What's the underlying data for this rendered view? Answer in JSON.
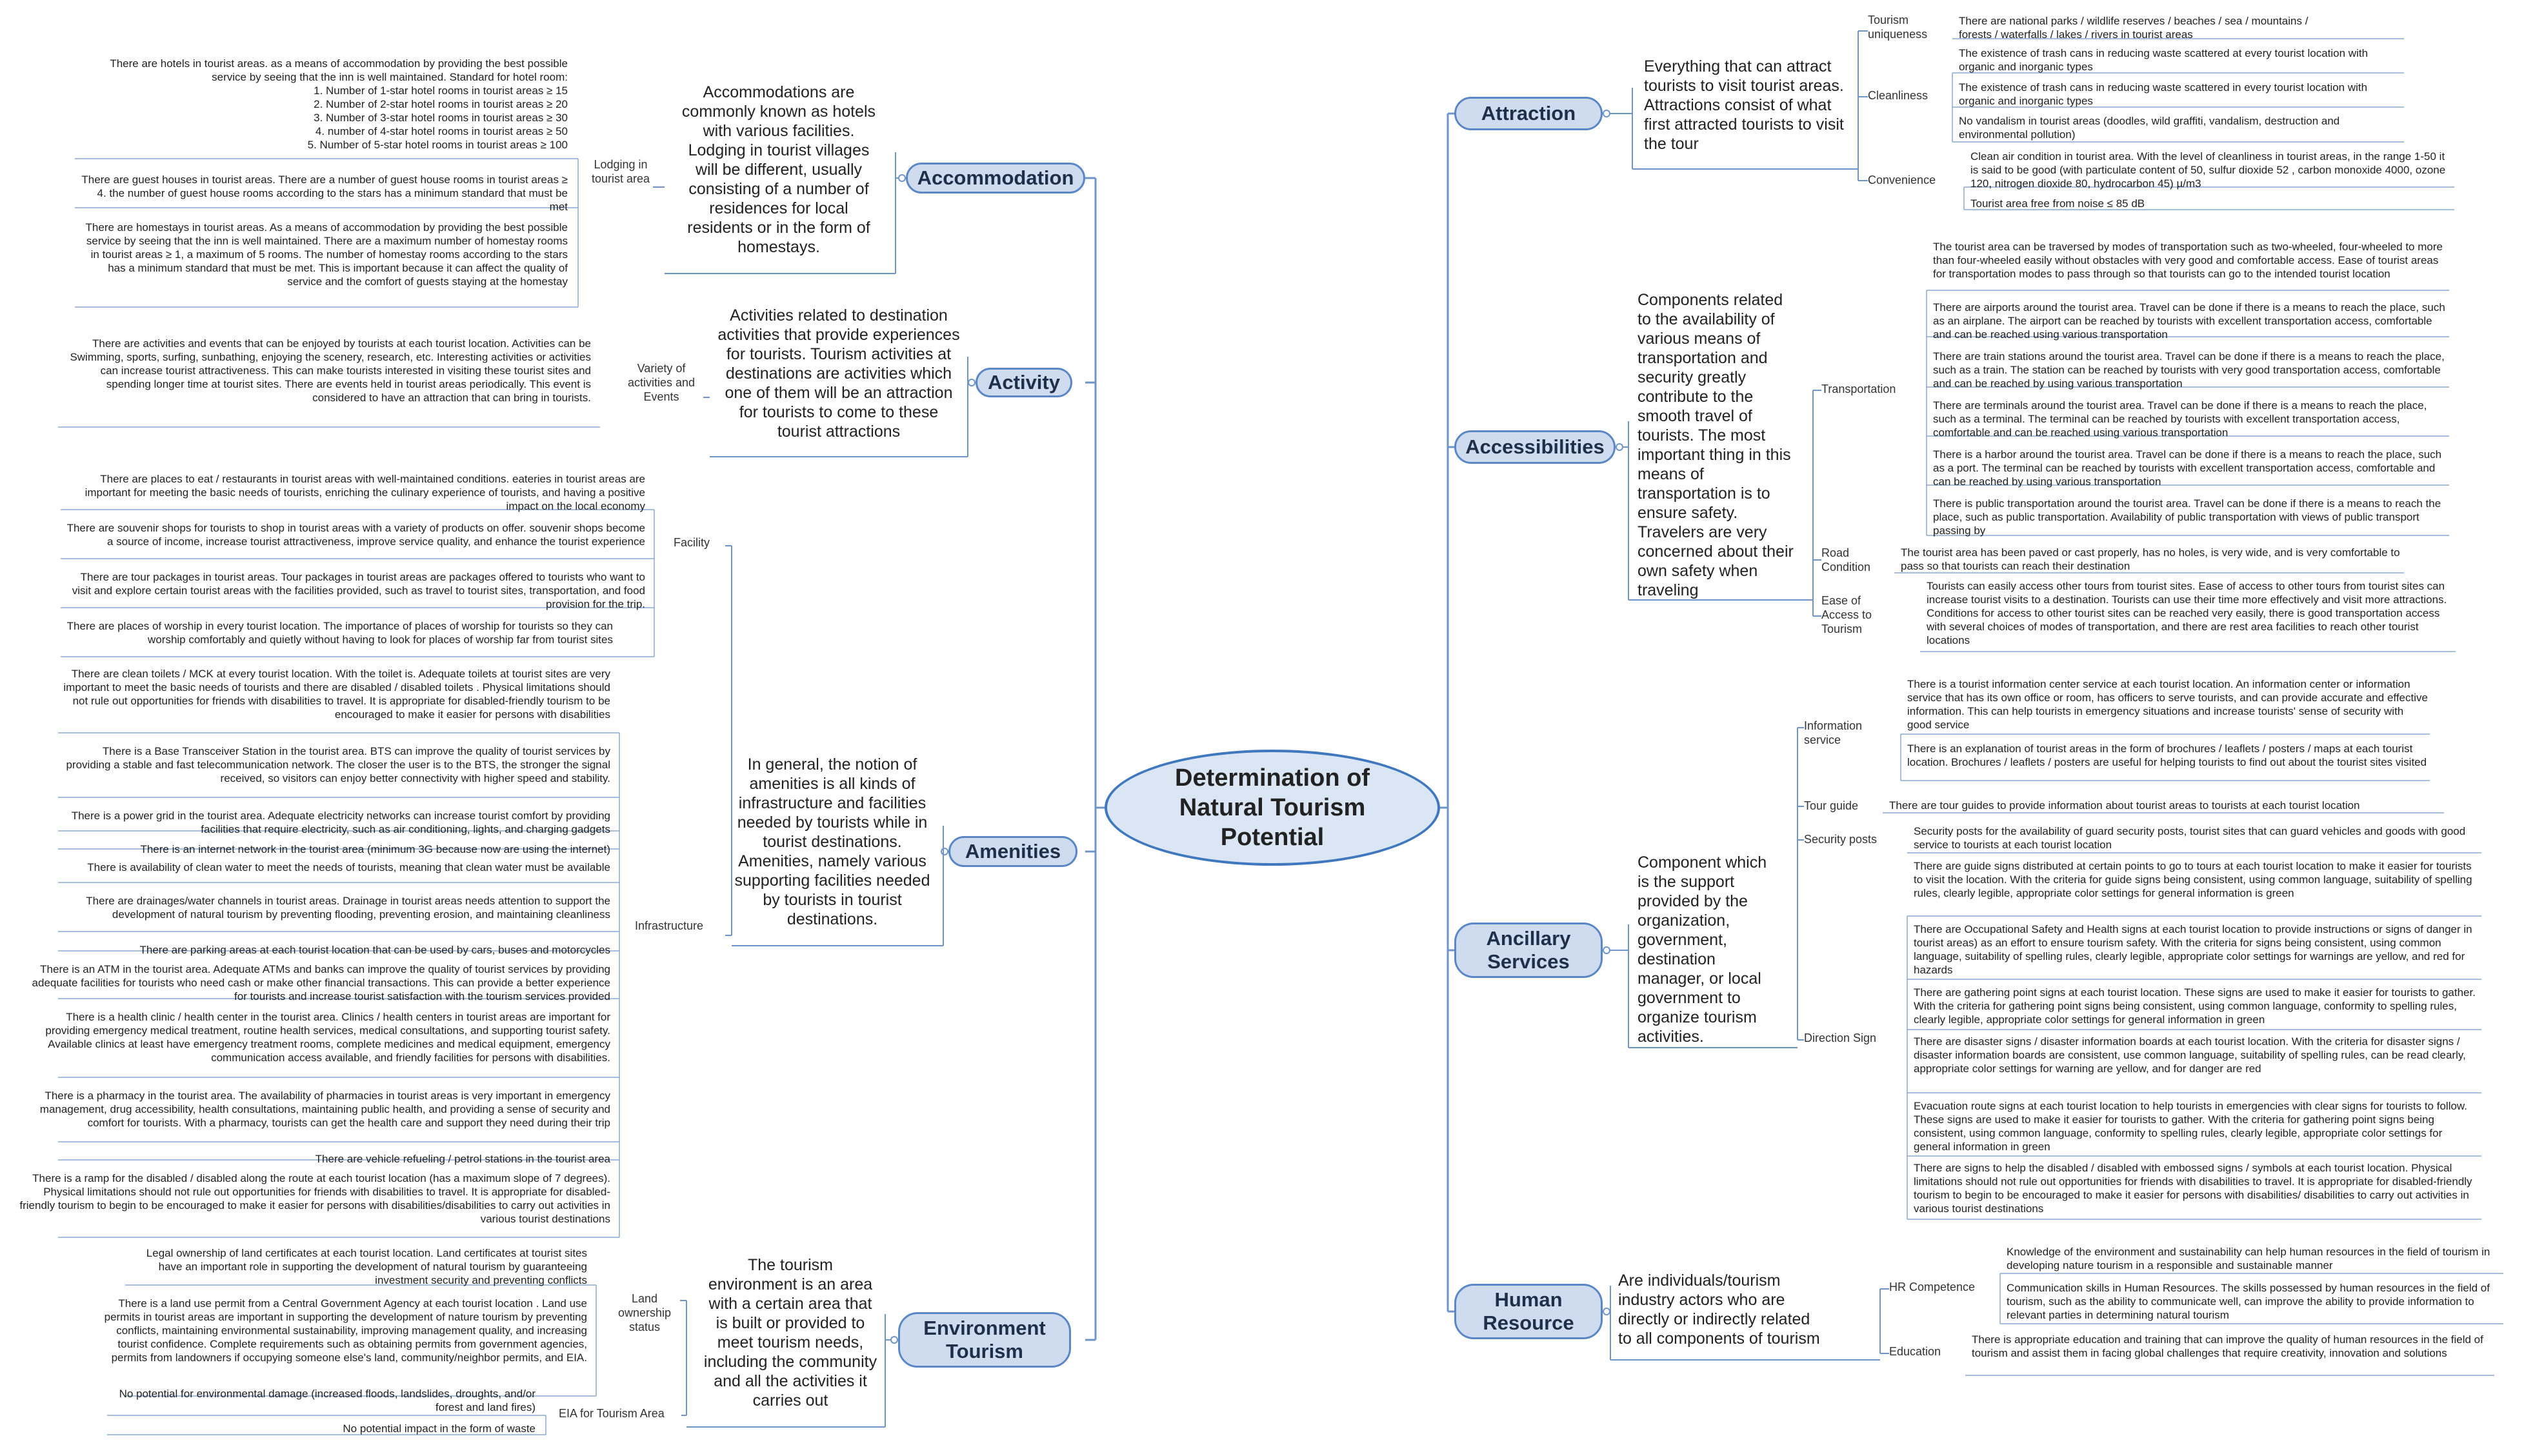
{
  "colors": {
    "line": "#6f95c8",
    "leaf_line": "#8aa8d2",
    "root_fill": "#dbe6f4",
    "node_fill": "#cfdcef"
  },
  "root": {
    "label": "Determination of\nNatural Tourism\nPotential"
  },
  "branches": {
    "attraction": {
      "label": "Attraction",
      "description": "Everything that can attract tourists to visit tourist areas. Attractions consist of what first attracted tourists to visit the tour",
      "subs": [
        {
          "label": "Tourism uniqueness",
          "items": [
            "There are national parks / wildlife reserves / beaches / sea / mountains / forests / waterfalls / lakes / rivers in tourist areas"
          ]
        },
        {
          "label": "Cleanliness",
          "items": [
            "The existence of trash cans in reducing waste scattered at every tourist location with organic and inorganic types",
            "The existence of trash cans in reducing waste scattered in every tourist location with organic and inorganic types",
            "No vandalism in tourist areas (doodles, wild graffiti, vandalism, destruction and environmental pollution)"
          ]
        },
        {
          "label": "Convenience",
          "items": [
            "Clean air condition in tourist area. With the level of cleanliness in tourist areas, in the range 1-50 it is said to be good (with particulate content of 50, sulfur dioxide 52 , carbon monoxide 4000, ozone 120, nitrogen dioxide 80, hydrocarbon 45) µ/m3",
            "Tourist area free from noise ≤ 85 dB"
          ]
        }
      ]
    },
    "accessibilities": {
      "label": "Accessibilities",
      "description": "Components related to the availability of various means of transportation and security greatly contribute to the smooth travel of tourists. The most important thing in this means of transportation is to ensure safety. Travelers are very concerned about their own safety when traveling",
      "subs": [
        {
          "label": "Transportation",
          "items": [
            "The tourist area can be traversed by modes of transportation such as two-wheeled, four-wheeled to more than four-wheeled easily without obstacles with very good and comfortable access. Ease of tourist areas for transportation modes to pass through so that tourists can go to the intended tourist location",
            "There are airports around the tourist area. Travel can be done if there is a means to reach the place, such as an airplane. The airport can be reached by tourists with excellent transportation access, comfortable and can be reached using various transportation",
            "There are train stations around the tourist area. Travel can be done if there is a means to reach the place, such as a train. The station can be reached by tourists with very good transportation access, comfortable and can be reached by using various transportation",
            "There are terminals around the tourist area. Travel can be done if there is a means to reach the place, such as a terminal. The terminal can be reached by tourists with excellent transportation access, comfortable and can be reached using various transportation",
            "There is a harbor around the tourist area. Travel can be done if there is a means to reach the place, such as a port. The terminal can be reached by tourists with excellent transportation access, comfortable and can be reached by using various transportation",
            "There is public transportation around the tourist area. Travel can be done if there is a means to reach the place, such as public transportation. Availability of public transportation with views of public transport passing by"
          ]
        },
        {
          "label": "Road Condition",
          "items": [
            "The tourist area has been paved or cast properly, has no holes, is very wide, and is very comfortable to pass so that tourists can reach their destination"
          ]
        },
        {
          "label": "Ease of Access to Tourism",
          "items": [
            "Tourists can easily access other tours from tourist sites. Ease of access to other tours from tourist sites can increase tourist visits to a destination. Tourists can use their time more effectively and visit more attractions. Conditions for access to other tourist sites can be reached very easily, there is good transportation access with several choices of modes of transportation, and there are rest area facilities to reach other tourist locations"
          ]
        }
      ]
    },
    "ancillary": {
      "label": "Ancillary\nServices",
      "description": "Component which is the support provided by the organization, government, destination manager, or local government to organize tourism activities.",
      "subs": [
        {
          "label": "Information service",
          "items": [
            "There is a tourist information center service at each tourist location. An information center or information service that has its own office or room, has officers to serve tourists, and can provide accurate and effective information. This can help tourists in emergency situations and increase tourists' sense of security with good service",
            "There is an explanation of tourist areas in the form of brochures / leaflets / posters / maps at each tourist location. Brochures / leaflets / posters are useful for helping tourists to find out about the tourist sites visited"
          ]
        },
        {
          "label": "Tour guide",
          "items": [
            "There are tour guides to provide information about tourist areas to tourists at each tourist location"
          ]
        },
        {
          "label": "Security posts",
          "items": [
            "Security posts for the availability of guard security posts, tourist sites that can guard vehicles and goods with good service to tourists at each tourist location"
          ]
        },
        {
          "label": "Direction Sign",
          "items": [
            "There are guide signs distributed at certain points to go to tours at each tourist location to make it easier for tourists to visit the location. With the criteria for guide signs being consistent, using common language, suitability of spelling rules, clearly legible, appropriate color settings for general information is green",
            "There are Occupational Safety and Health signs at each tourist location to provide instructions or signs of danger in tourist areas) as an effort to ensure tourism safety. With the criteria for signs being consistent, using common language, suitability of spelling rules, clearly legible, appropriate color settings for warnings are yellow, and red for hazards",
            "There are gathering point signs at each tourist location. These signs are used to make it easier for tourists to gather. With the criteria for gathering point signs being consistent, using common language, conformity to spelling rules, clearly legible, appropriate color settings for general information in green",
            "There are disaster signs / disaster information boards at each tourist location. With the criteria for disaster signs / disaster information boards are consistent, use common language, suitability of spelling rules, can be read clearly, appropriate color settings for warning are yellow, and for danger are red",
            "Evacuation route signs at each tourist location to help tourists in emergencies with clear signs for tourists to follow. These signs are used to make it easier for tourists to gather. With the criteria for gathering point signs being consistent, using common language, conformity to spelling rules, clearly legible, appropriate color settings for general information in green",
            "There are signs to help the disabled / disabled with embossed signs / symbols at each tourist location. Physical limitations should not rule out opportunities for friends with disabilities to travel. It is appropriate for disabled-friendly tourism to begin to be encouraged to make it easier for persons with disabilities/ disabilities to carry out activities in various tourist destinations"
          ]
        }
      ]
    },
    "human": {
      "label": "Human\nResource",
      "description": "Are individuals/tourism industry actors who are directly or indirectly related to all components of tourism",
      "subs": [
        {
          "label": "HR Competence",
          "items": [
            "Knowledge of the environment and sustainability can help human resources in the field of tourism in developing nature tourism in a responsible and sustainable manner",
            "Communication skills in Human Resources. The skills possessed by human resources in the field of tourism, such as the ability to communicate well, can improve the ability to provide information to relevant parties in determining natural tourism"
          ]
        },
        {
          "label": "Education",
          "items": [
            "There is appropriate education and training that can improve the quality of human resources in the field of tourism and assist them in facing global challenges that require creativity, innovation and solutions"
          ]
        }
      ]
    },
    "accommodation": {
      "label": "Accommodation",
      "description": "Accommodations are commonly known as hotels with various facilities. Lodging in tourist villages will be different, usually consisting of a number of residences for local residents or in the form of homestays.",
      "subs": [
        {
          "label": "Lodging in tourist area",
          "items": [
            "There are hotels in tourist areas. as a means of accommodation by providing the best possible service by seeing that the inn is well maintained. Standard for hotel room:\n1. Number of 1-star hotel rooms in tourist areas ≥ 15\n2. Number of 2-star hotel rooms in tourist areas ≥ 20\n3. Number of 3-star hotel rooms in tourist areas ≥ 30\n4. number of 4-star hotel rooms in tourist areas ≥ 50\n5. Number of 5-star hotel rooms in tourist areas ≥ 100",
            "There are guest houses in tourist areas. There are a number of guest house rooms in tourist areas ≥ 4. the number of guest house rooms according to the stars has a minimum standard that must be met",
            "There are homestays in tourist areas. As a means of accommodation by providing the best possible service by seeing that the inn is well maintained. There are a maximum number of homestay rooms in tourist areas ≥ 1, a maximum of 5 rooms. The number of homestay rooms according to the stars has a minimum standard that must be met. This is important because it can affect the quality of service and the comfort of guests staying at the homestay"
          ]
        }
      ]
    },
    "activity": {
      "label": "Activity",
      "description": "Activities related to destination activities that provide experiences for tourists. Tourism activities at destinations are activities which one of them will be an attraction for tourists to come to these tourist attractions",
      "subs": [
        {
          "label": "Variety of activities and Events",
          "items": [
            "There are activities and events that can be enjoyed by tourists at each tourist location. Activities can be Swimming, sports, surfing, sunbathing, enjoying the scenery, research, etc. Interesting activities or activities can increase tourist attractiveness. This can make tourists interested in visiting these tourist sites and spending longer time at tourist sites. There are events held in tourist areas periodically. This event is considered to have an attraction that can bring in tourists."
          ]
        }
      ]
    },
    "amenities": {
      "label": "Amenities",
      "description": "In general, the notion of amenities is all kinds of infrastructure and facilities needed by tourists while in tourist destinations. Amenities, namely various supporting facilities needed by tourists in tourist destinations.",
      "subs": [
        {
          "label": "Facility",
          "items": [
            "There are places to eat / restaurants in tourist areas with well-maintained conditions. eateries in tourist areas are important for meeting the basic needs of tourists, enriching the culinary experience of tourists, and having a positive impact on the local economy",
            "There are souvenir shops for tourists to shop in tourist areas with a variety of products on offer. souvenir shops become a source of income, increase tourist attractiveness, improve service quality, and enhance the tourist experience",
            "There are tour packages in tourist areas. Tour packages in tourist areas are packages offered to tourists who want to visit and explore certain tourist areas with the facilities provided, such as travel to tourist sites, transportation, and food provision for the trip.",
            "There are places of worship in every tourist location. The importance of places of worship for tourists so they can worship comfortably and quietly without having to look for places of worship far from tourist sites"
          ]
        },
        {
          "label": "Infrastructure",
          "items": [
            "There are clean toilets / MCK at every tourist location. With the toilet is. Adequate toilets at tourist sites are very important to meet the basic needs of tourists and there are disabled / disabled toilets . Physical limitations should not rule out opportunities for friends with disabilities to travel. It is appropriate for disabled-friendly tourism to be encouraged to make it easier for persons with disabilities",
            "There is a Base Transceiver Station in the tourist area. BTS can improve the quality of tourist services by providing a stable and fast telecommunication network. The closer the user is to the BTS, the stronger the signal received, so visitors can enjoy better connectivity with higher speed and stability.",
            "There is a power grid in the tourist area. Adequate electricity networks can increase tourist comfort by providing facilities that require electricity, such as air conditioning, lights, and charging gadgets",
            "There is an internet network in the tourist area (minimum 3G because now are using the internet)",
            "There is availability of clean water to meet the needs of tourists, meaning that clean water must be available",
            "There are drainages/water channels in tourist areas. Drainage in tourist areas needs attention to support the development of natural tourism by preventing flooding, preventing erosion, and maintaining cleanliness",
            "There are parking areas at each tourist location that can be used by cars, buses and motorcycles",
            "There is an ATM in the tourist area. Adequate ATMs and banks can improve the quality of tourist services by providing adequate facilities for tourists who need cash or make other financial transactions. This can provide a better experience for tourists and increase tourist satisfaction with the tourism services provided",
            "There is a health clinic / health center in the tourist area. Clinics / health centers in tourist areas are important for providing emergency medical treatment, routine health services, medical consultations, and supporting tourist safety. Available clinics at least have emergency treatment rooms, complete medicines and medical equipment, emergency communication access available, and friendly facilities for persons with disabilities.",
            "There is a pharmacy in the tourist area. The availability of pharmacies in tourist areas is very important in emergency management, drug accessibility, health consultations, maintaining public health, and providing a sense of security and comfort for tourists. With a pharmacy, tourists can get the health care and support they need during their trip",
            "There are vehicle refueling / petrol stations in the tourist area",
            "There is a ramp for the disabled / disabled along the route at each tourist location (has a maximum slope of 7 degrees). Physical limitations should not rule out opportunities for friends with disabilities to travel. It is appropriate for disabled-friendly tourism to begin to be encouraged to make it easier for persons with disabilities/disabilities to carry out activities in various tourist destinations"
          ]
        }
      ]
    },
    "environment": {
      "label": "Environment\nTourism",
      "description": "The tourism environment is an area with a certain area that is built or provided to meet tourism needs, including the community and all the activities it carries out",
      "subs": [
        {
          "label": "Land ownership status",
          "items": [
            "Legal ownership of land certificates at each tourist location. Land certificates at tourist sites have an important role in supporting the development of natural tourism by guaranteeing investment security and preventing conflicts",
            "There is a land use permit from a Central Government Agency at each tourist location . Land use permits in tourist areas are important in supporting the development of nature tourism by preventing conflicts, maintaining environmental sustainability, improving management quality, and increasing tourist confidence. Complete requirements such as obtaining permits from government agencies, permits from landowners if occupying someone else's land, community/neighbor permits, and EIA."
          ]
        },
        {
          "label": "EIA for Tourism Area",
          "items": [
            "No potential for environmental damage (increased floods, landslides, droughts, and/or forest and land fires)",
            "No potential impact in the form of waste"
          ]
        }
      ]
    }
  }
}
